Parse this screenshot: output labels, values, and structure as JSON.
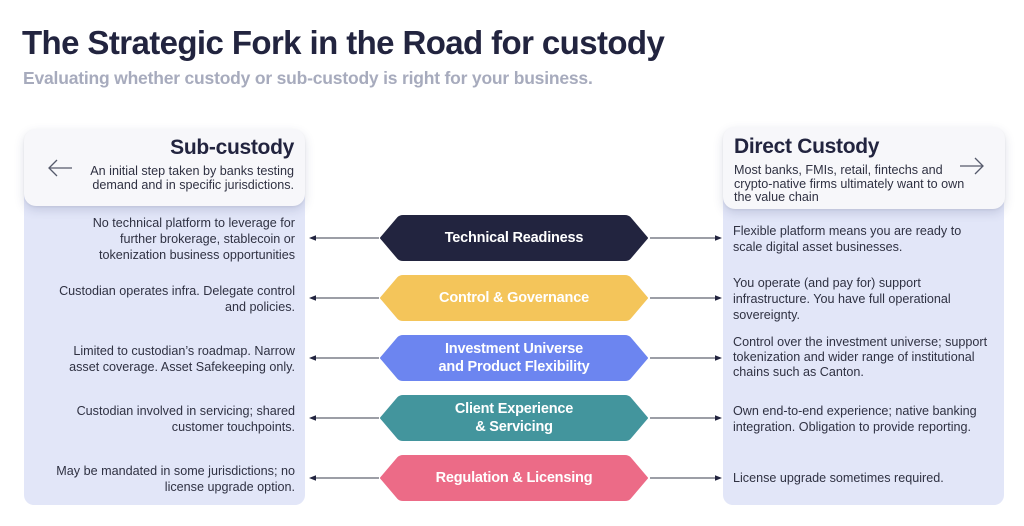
{
  "header": {
    "title": "The Strategic Fork in the Road for custody",
    "subtitle": "Evaluating whether custody or sub-custody is right for your business."
  },
  "left_panel": {
    "title": "Sub-custody",
    "description": "An initial step taken by banks testing demand and in specific jurisdictions.",
    "arrow_icon": "arrow-left-icon"
  },
  "right_panel": {
    "title": "Direct Custody",
    "description": "Most banks, FMIs, retail, fintechs and crypto-native firms ultimately want to own the value chain",
    "arrow_icon": "arrow-right-icon"
  },
  "colors": {
    "navy": "#22243f",
    "yellow": "#f4c55a",
    "blue": "#6c85f0",
    "teal": "#43959d",
    "pink": "#ec6b87",
    "panel": "#e2e6f8"
  },
  "rows": [
    {
      "criterion": "Technical Readiness",
      "color": "#22243f",
      "sub_custody": "No  technical platform to leverage for further brokerage, stablecoin or tokenization business opportunities",
      "direct_custody": "Flexible platform means you are ready to scale digital asset businesses."
    },
    {
      "criterion": "Control & Governance",
      "color": "#f4c55a",
      "sub_custody": "Custodian operates infra. Delegate control and policies.",
      "direct_custody": "You operate (and pay for) support infrastructure. You have full operational sovereignty."
    },
    {
      "criterion": "Investment Universe\nand Product Flexibility",
      "color": "#6c85f0",
      "sub_custody": "Limited to custodian’s roadmap. Narrow asset coverage. Asset Safekeeping only.",
      "direct_custody": "Control over the investment universe; support tokenization and wider range of institutional chains such as Canton."
    },
    {
      "criterion": "Client Experience\n& Servicing",
      "color": "#43959d",
      "sub_custody": "Custodian involved in servicing; shared customer touchpoints.",
      "direct_custody": "Own end-to-end experience; native banking integration. Obligation to provide reporting."
    },
    {
      "criterion": "Regulation & Licensing",
      "color": "#ec6b87",
      "sub_custody": "May be mandated in some jurisdictions; no license upgrade option.",
      "direct_custody": "License upgrade sometimes required."
    }
  ]
}
